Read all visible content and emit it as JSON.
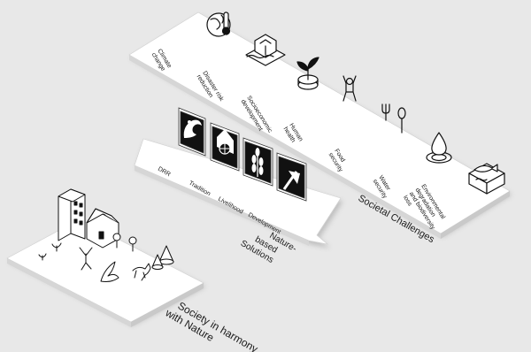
{
  "societal_challenges": {
    "title": "Societal Challenges",
    "items": [
      [
        "Climate",
        "change"
      ],
      [
        "Disaster risk",
        "reduction"
      ],
      [
        "Socioeconomic",
        "development"
      ],
      [
        "Human",
        "health"
      ],
      [
        "Food",
        "security"
      ],
      [
        "Water",
        "security"
      ],
      [
        "Environmental",
        "degradation",
        "and biodiversity",
        "loss"
      ]
    ],
    "icons": [
      "globe-thermometer-icon",
      "house-flood-icon",
      "seedling-icon",
      "human-icon",
      "fork-spoon-icon",
      "water-drop-icon",
      "fish-bowl-icon"
    ]
  },
  "nature_based_solutions": {
    "title": [
      "Nature-",
      "based",
      "Solutions"
    ],
    "items": [
      "DRR",
      "Tradition",
      "Livelihood",
      "Development"
    ],
    "icons": [
      "wave-icon",
      "waterwheel-house-icon",
      "wheat-icon",
      "arrow-up-right-icon"
    ]
  },
  "society": {
    "title": [
      "Society in harmony",
      "with Nature"
    ]
  }
}
